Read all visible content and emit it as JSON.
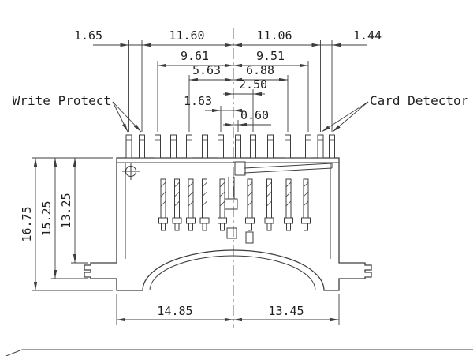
{
  "labels": {
    "write_protect": "Write Protect",
    "card_detector": "Card Detector"
  },
  "dimensions": {
    "top": {
      "row1_far_left": "1.65",
      "row1_left": "11.60",
      "row1_right": "11.06",
      "row1_far_right": "1.44",
      "row2_left": "9.61",
      "row2_right": "9.51",
      "row3_left": "5.63",
      "row3_right": "6.88",
      "row4_right": "2.50",
      "row5_left": "1.63",
      "row6_right": "0.60"
    },
    "left": {
      "outer": "16.75",
      "middle": "15.25",
      "inner": "13.25"
    },
    "bottom": {
      "left_half": "14.85",
      "right_half": "13.45"
    }
  },
  "colors": {
    "line": "#3d3d3d",
    "text": "#1f1f1f",
    "background": "#ffffff"
  }
}
